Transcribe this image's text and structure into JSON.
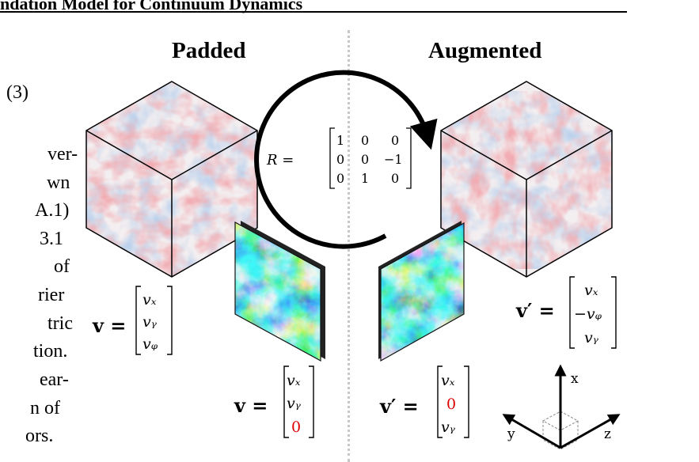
{
  "header": {
    "title": "ndation Model for Continuum Dynamics"
  },
  "panels": {
    "left_title": "Padded",
    "right_title": "Augmented"
  },
  "eq_number": "(3)",
  "body_text_fragments": [
    "ver-",
    "wn",
    "A.1)",
    "3.1",
    "of",
    "rier",
    "tric",
    "tion.",
    "ear-",
    "n of",
    "ors."
  ],
  "rotation": {
    "label": "R =",
    "matrix": [
      [
        "1",
        "0",
        "0"
      ],
      [
        "0",
        "0",
        "−1"
      ],
      [
        "0",
        "1",
        "0"
      ]
    ]
  },
  "vectors": {
    "left_3d": {
      "label": "v =",
      "components": [
        "v_x",
        "v_y",
        "v_z"
      ]
    },
    "left_2d": {
      "label": "v =",
      "components": [
        "v_x",
        "v_y",
        "0"
      ]
    },
    "right_3d": {
      "label": "v′ =",
      "components": [
        "v_x",
        "−v_z",
        "v_y"
      ]
    },
    "right_2d": {
      "label": "v′ =",
      "components": [
        "v_x",
        "0",
        "v_y"
      ]
    }
  },
  "axes": {
    "x": "x",
    "y": "y",
    "z": "z"
  },
  "colors": {
    "red_zero": "#e00000",
    "divider": "#c8c8c8",
    "turbulence_red": "#e06a6a",
    "turbulence_blue": "#7fa2d6"
  }
}
